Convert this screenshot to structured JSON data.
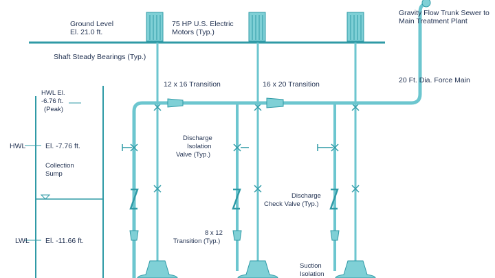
{
  "colors": {
    "pipe": "#6cc6cf",
    "pipe_dark": "#2f9aa6",
    "text": "#1f2f4f",
    "equipment": "#7fd0d6"
  },
  "labels": {
    "ground_level": "Ground Level",
    "ground_elev": "El. 21.0 ft.",
    "motors_line1": "75 HP U.S. Electric",
    "motors_line2": "Motors (Typ.)",
    "gravity_line1": "Gravity Flow Trunk Sewer to",
    "gravity_line2": "Main Treatment Plant",
    "shaft_bearings": "Shaft Steady Bearings (Typ.)",
    "transition_12x16": "12 x 16 Transition",
    "transition_16x20": "16 x 20 Transition",
    "force_main": "20 Ft. Dia. Force Main",
    "hwl_el": "HWL El.",
    "hwl_value": "-6.76 ft.",
    "hwl_peak": "(Peak)",
    "hwl": "HWL",
    "hwl_el_value": "El. -7.76 ft.",
    "collection_1": "Collection",
    "collection_2": "Sump",
    "discharge_iso_1": "Discharge",
    "discharge_iso_2": "Isolation",
    "discharge_iso_3": "Valve (Typ.)",
    "check_1": "Discharge",
    "check_2": "Check Valve (Typ.)",
    "lwl": "LWL",
    "lwl_value": "El. -11.66 ft.",
    "tr8_1": "8 x 12",
    "tr8_2": "Transition (Typ.)",
    "suction_1": "Suction",
    "suction_2": "Isolation"
  }
}
